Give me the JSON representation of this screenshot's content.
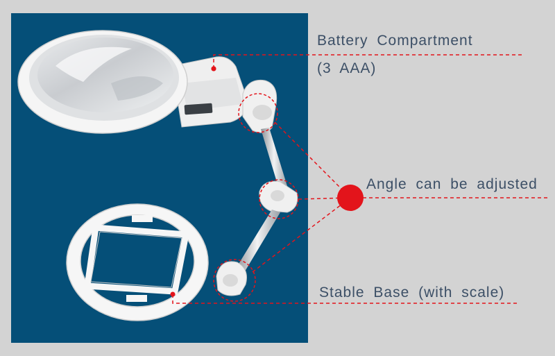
{
  "labels": {
    "battery_line1": "Battery Compartment",
    "battery_line2": "(3 AAA)",
    "angle": "Angle can be adjusted",
    "base": "Stable Base (with scale)"
  },
  "colors": {
    "background": "#d3d3d3",
    "panel": "#054f78",
    "accent": "#e3141b",
    "text": "#3c4f66",
    "device": "#f4f4f4"
  }
}
